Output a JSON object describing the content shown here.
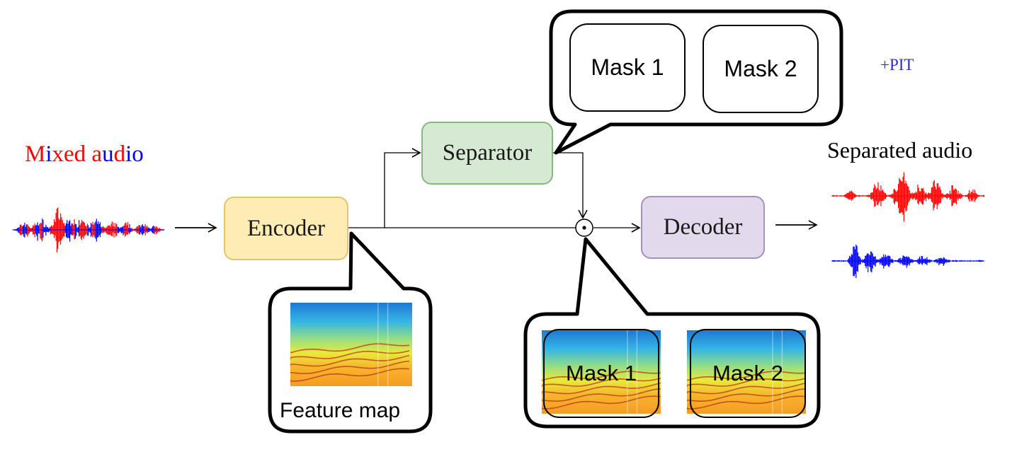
{
  "mixed_audio": {
    "label_parts": [
      {
        "text": "M",
        "color": "#ff0000"
      },
      {
        "text": "i",
        "color": "#0000ff"
      },
      {
        "text": "xed",
        "color": "#ff0000"
      },
      {
        "text": " ",
        "color": "#000000"
      },
      {
        "text": "a",
        "color": "#ff0000"
      },
      {
        "text": "u",
        "color": "#0000ff"
      },
      {
        "text": "d",
        "color": "#ff0000"
      },
      {
        "text": "io",
        "color": "#0000ff"
      }
    ]
  },
  "blocks": {
    "encoder": {
      "label": "Encoder",
      "fill": "#fdecb3",
      "stroke": "#e6c46a"
    },
    "separator": {
      "label": "Separator",
      "fill": "#d6ead3",
      "stroke": "#86b77f"
    },
    "decoder": {
      "label": "Decoder",
      "fill": "#e3d9ec",
      "stroke": "#a78fbf"
    }
  },
  "separator_callout": {
    "mask1": "Mask 1",
    "mask2": "Mask 2"
  },
  "pit_label": "+PIT",
  "feature_callout": {
    "label": "Feature map"
  },
  "mask_callout": {
    "mask1": "Mask 1",
    "mask2": "Mask 2"
  },
  "separated_audio": {
    "label": "Separated audio"
  },
  "multiply_symbol": "⊙",
  "colors": {
    "speaker_red": "#ff0000",
    "speaker_blue": "#0000ff",
    "pit_text": "#2a2adb"
  }
}
